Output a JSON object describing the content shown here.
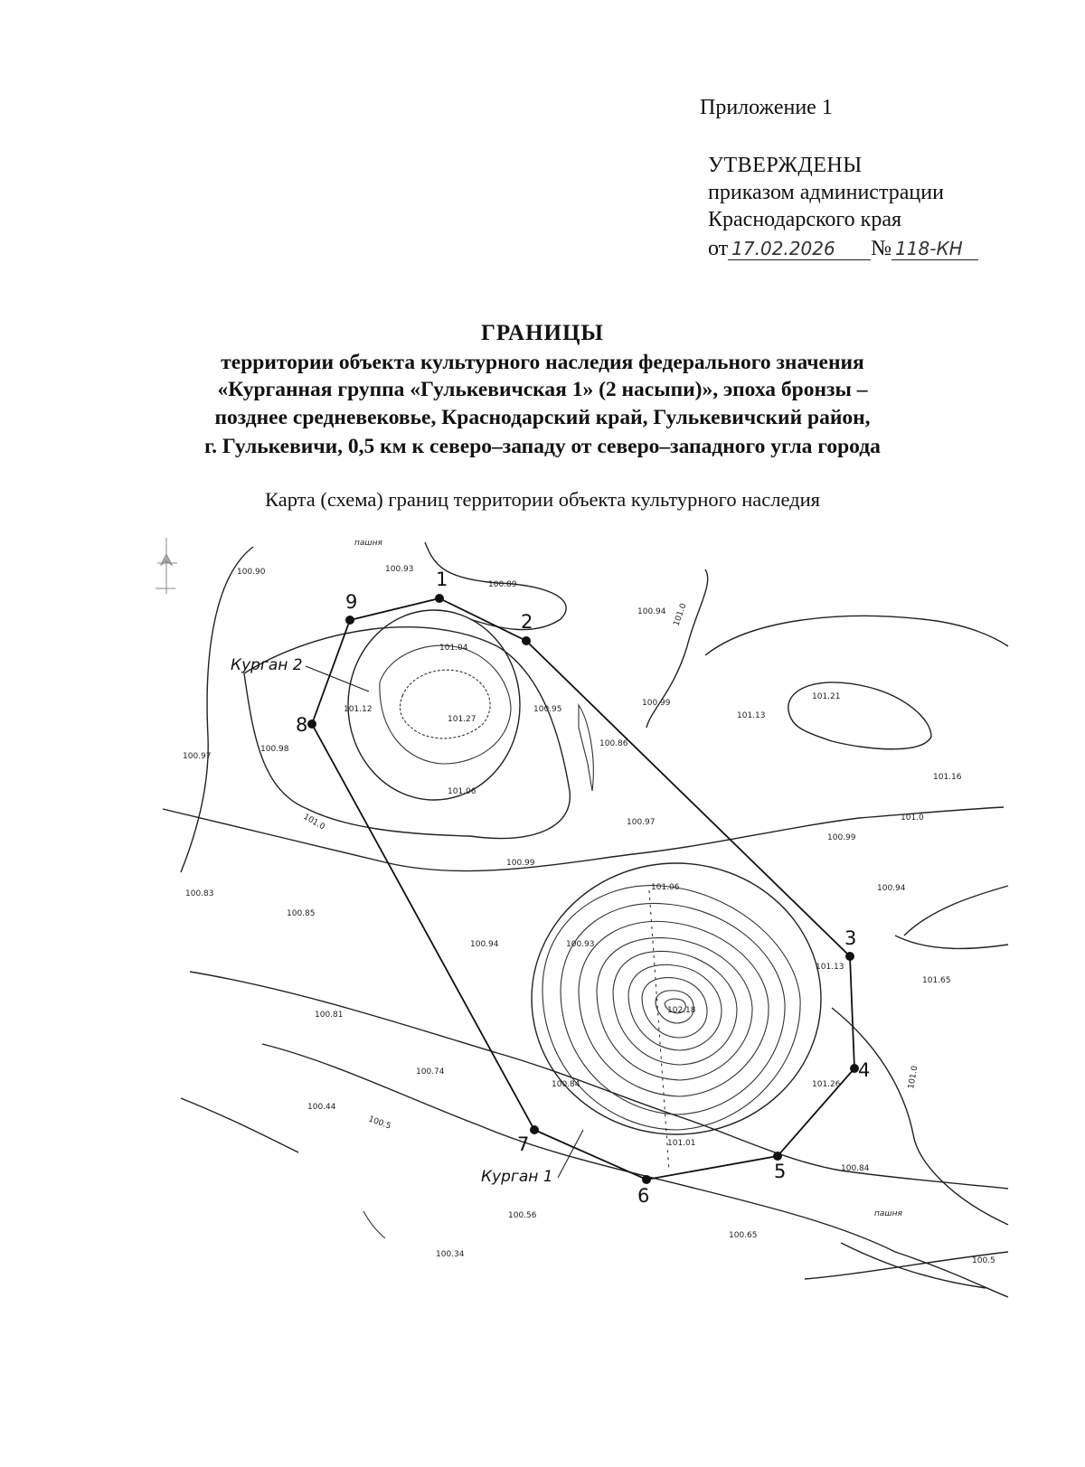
{
  "header": {
    "appendix": "Приложение 1",
    "approved": "УТВЕРЖДЕНЫ",
    "approved_by_line1": "приказом администрации",
    "approved_by_line2": "Краснодарского края",
    "date_prefix": "от",
    "date_handwritten": "17.02.2026",
    "number_prefix": "№",
    "number_handwritten": "118-КН"
  },
  "title": {
    "main": "ГРАНИЦЫ",
    "line1": "территории объекта культурного наследия федерального значения",
    "line2": "«Курганная группа «Гулькевичская 1» (2 насыпи)», эпоха бронзы –",
    "line3": "позднее средневековье, Краснодарский край, Гулькевичский район,",
    "line4": "г. Гулькевичи, 0,5 км к северо–западу от северо–западного угла города"
  },
  "map": {
    "caption": "Карта (схема) границ территории объекта культурного наследия",
    "landuse_top": "пашня",
    "landuse_bottom": "пашня",
    "mound_1_label": "Курган 1",
    "mound_2_label": "Курган 2",
    "boundary_points": [
      "1",
      "2",
      "3",
      "4",
      "5",
      "6",
      "7",
      "8",
      "9"
    ],
    "contour_labels": [
      "101.0",
      "101.0",
      "101.0",
      "100.5",
      "100.5",
      "101.0"
    ],
    "elevations": [
      "100.90",
      "100.93",
      "100.89",
      "100.94",
      "101.04",
      "101.12",
      "101.27",
      "100.95",
      "100.99",
      "101.13",
      "101.21",
      "100.97",
      "100.98",
      "101.06",
      "100.86",
      "101.16",
      "100.97",
      "100.99",
      "100.99",
      "100.83",
      "100.85",
      "100.94",
      "100.94",
      "101.06",
      "100.93",
      "101.13",
      "101.65",
      "100.81",
      "102.18",
      "100.74",
      "100.84",
      "101.26",
      "100.44",
      "101.01",
      "100.84",
      "100.56",
      "100.65",
      "100.34"
    ]
  }
}
